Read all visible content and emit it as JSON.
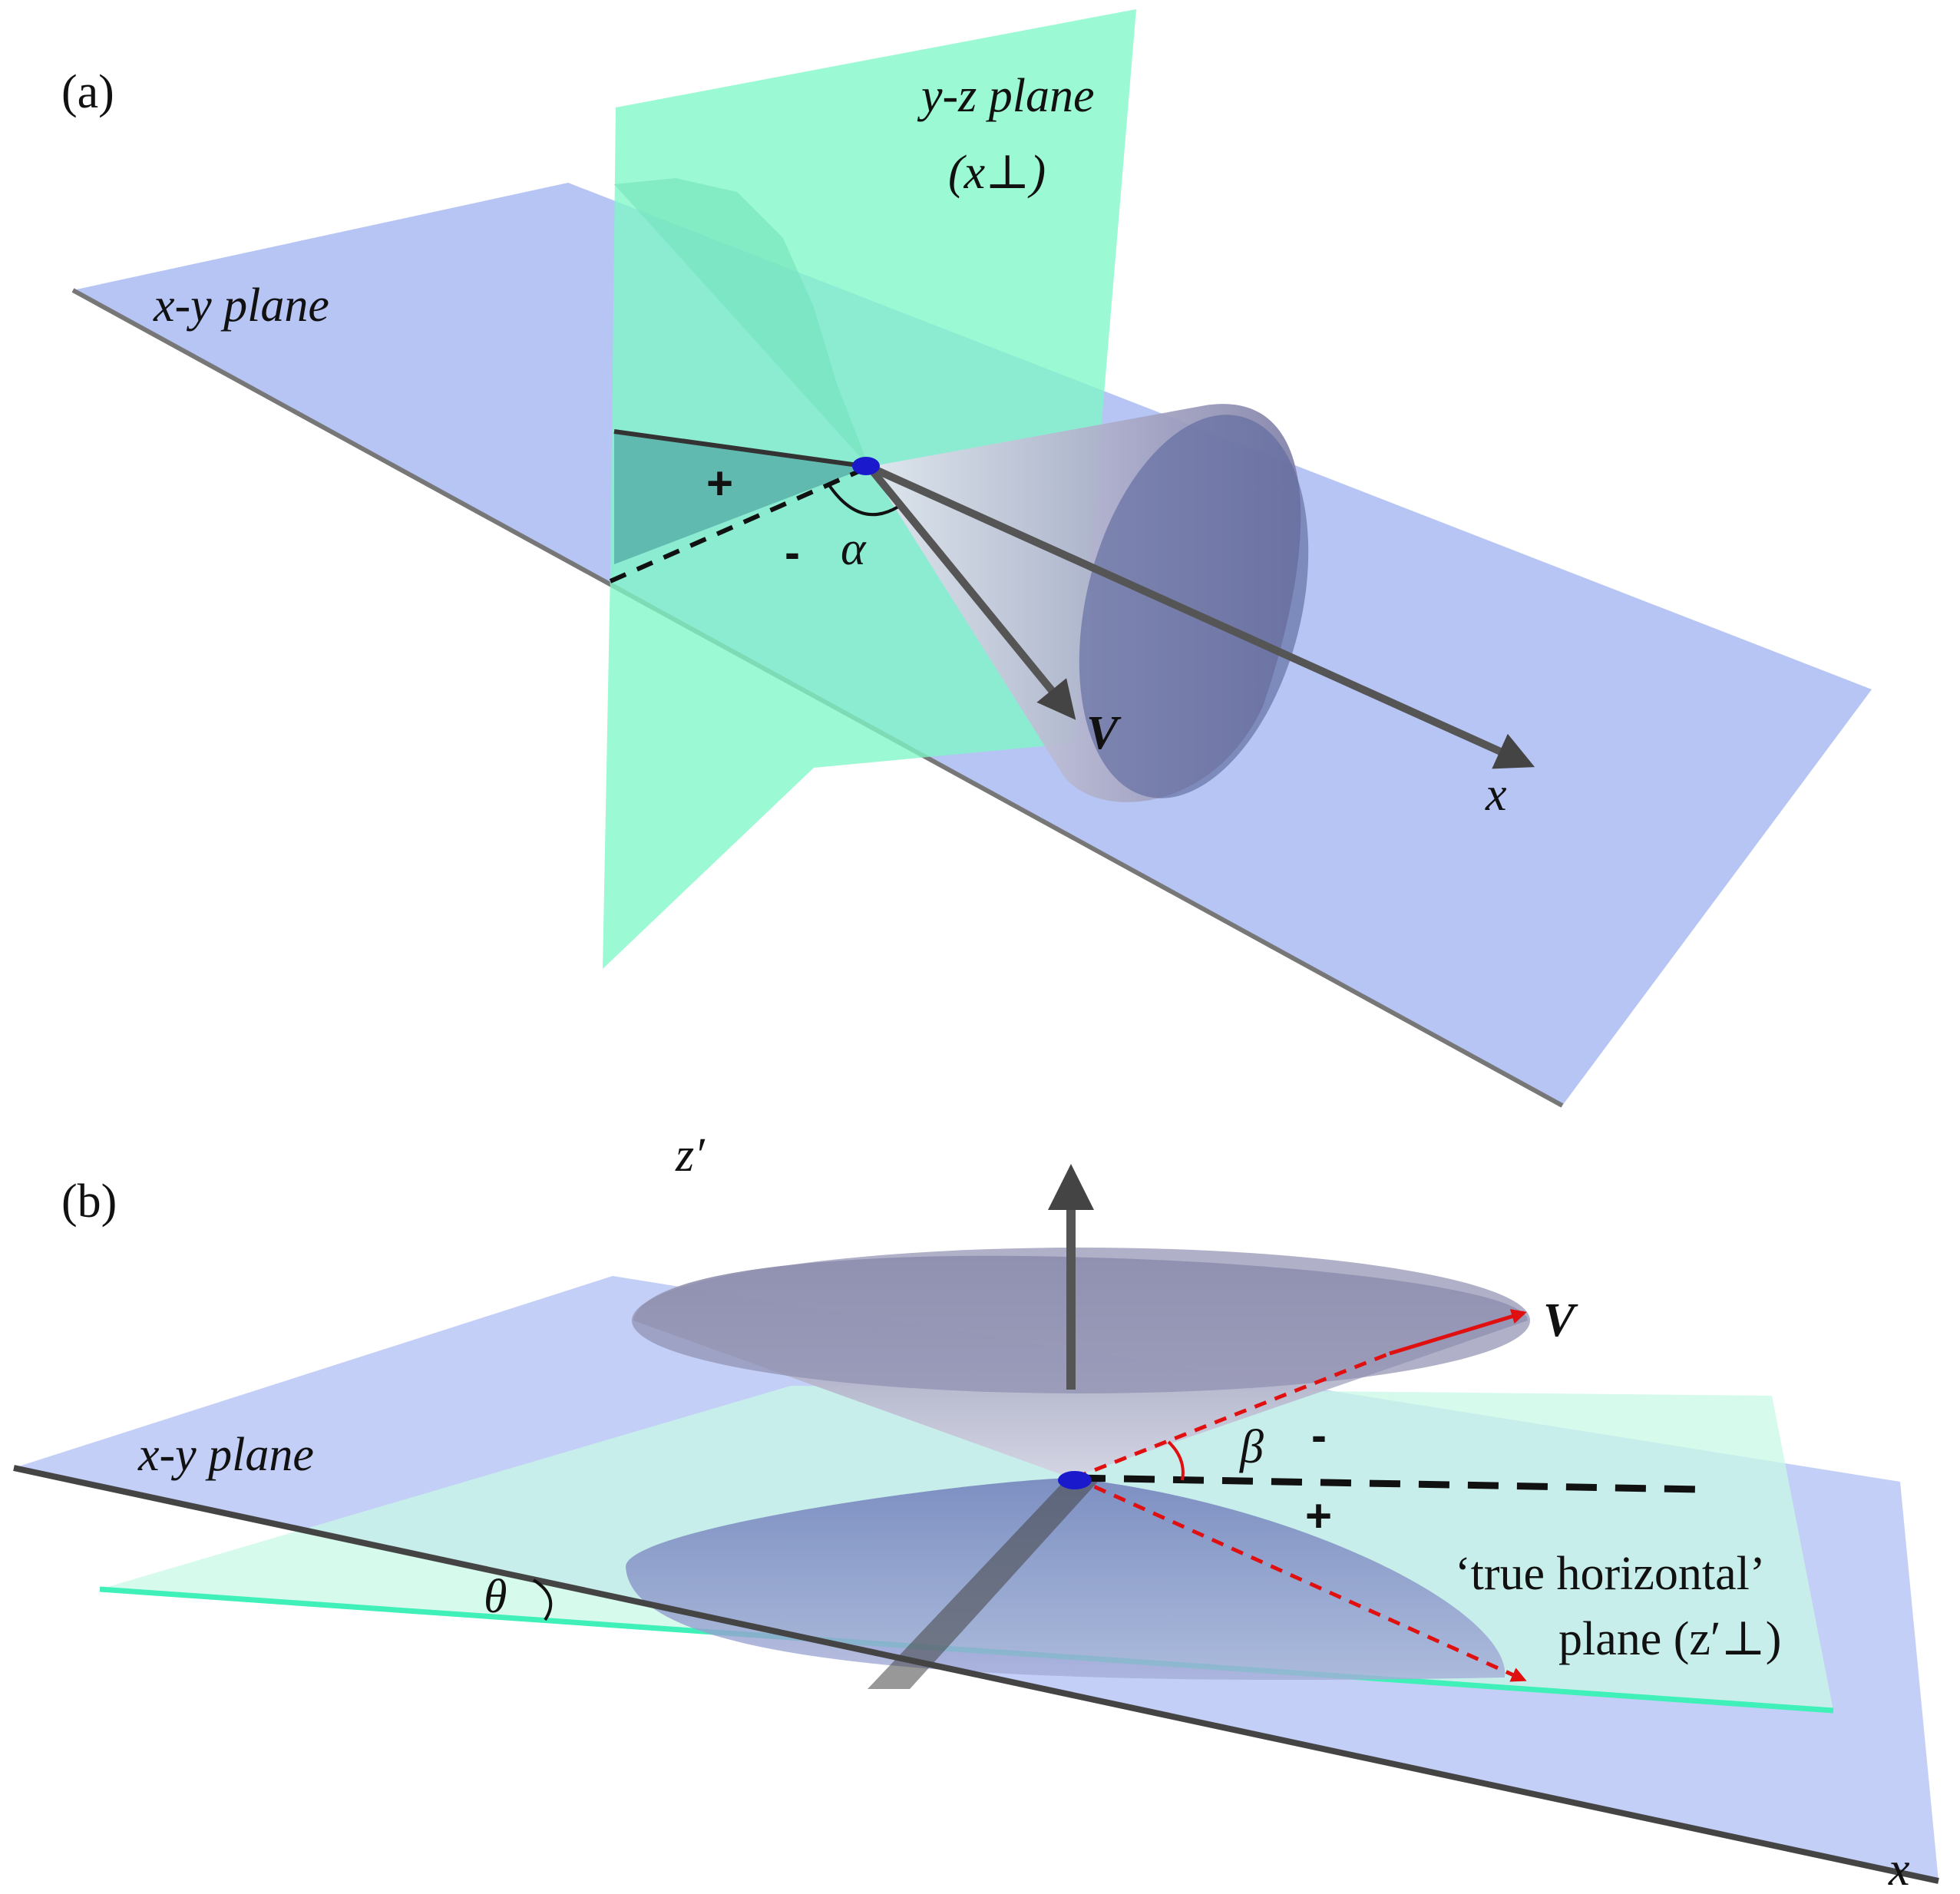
{
  "panel_a": {
    "panel_label": "(a)",
    "xy_plane_label": "x-y plane",
    "yz_plane_label": "y-z plane",
    "yz_plane_sub": "(x⊥)",
    "plus_sign": "+",
    "minus_sign": "-",
    "alpha_label": "α",
    "vector_label": "V",
    "x_axis_label": "x"
  },
  "panel_b": {
    "panel_label": "(b)",
    "xy_plane_label": "x-y plane",
    "z_axis_label": "z′",
    "vector_label": "V",
    "beta_label": "β",
    "minus_sign": "-",
    "plus_sign": "+",
    "theta_label": "θ",
    "true_horizontal_label": "‘true horizontal’",
    "true_horizontal_sub": "plane (z′⊥)",
    "x_axis_label": "x"
  },
  "colors": {
    "xy_plane": "#a9bbf2",
    "yz_plane": "#7ff7c8",
    "true_horizontal_plane": "#c8f8e6",
    "cone_fill": "#8f8fb5",
    "axis": "#555555",
    "red_vector": "#e01010",
    "apex": "#1a1acc"
  }
}
